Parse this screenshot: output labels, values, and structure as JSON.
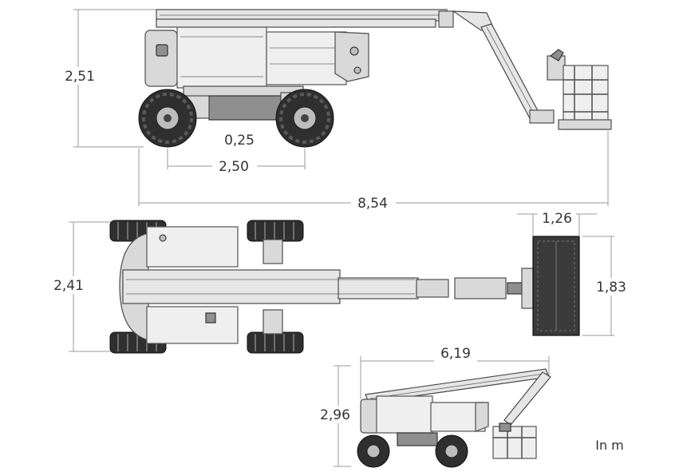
{
  "dimensions": {
    "side_height": "2,51",
    "wheel_offset": "0,25",
    "wheelbase": "2,50",
    "overall_length": "8,54",
    "width": "2,41",
    "platform_depth": "1,26",
    "platform_width": "1,83",
    "stowed_length": "6,19",
    "stowed_height": "2,96"
  },
  "unit_label": "In m"
}
